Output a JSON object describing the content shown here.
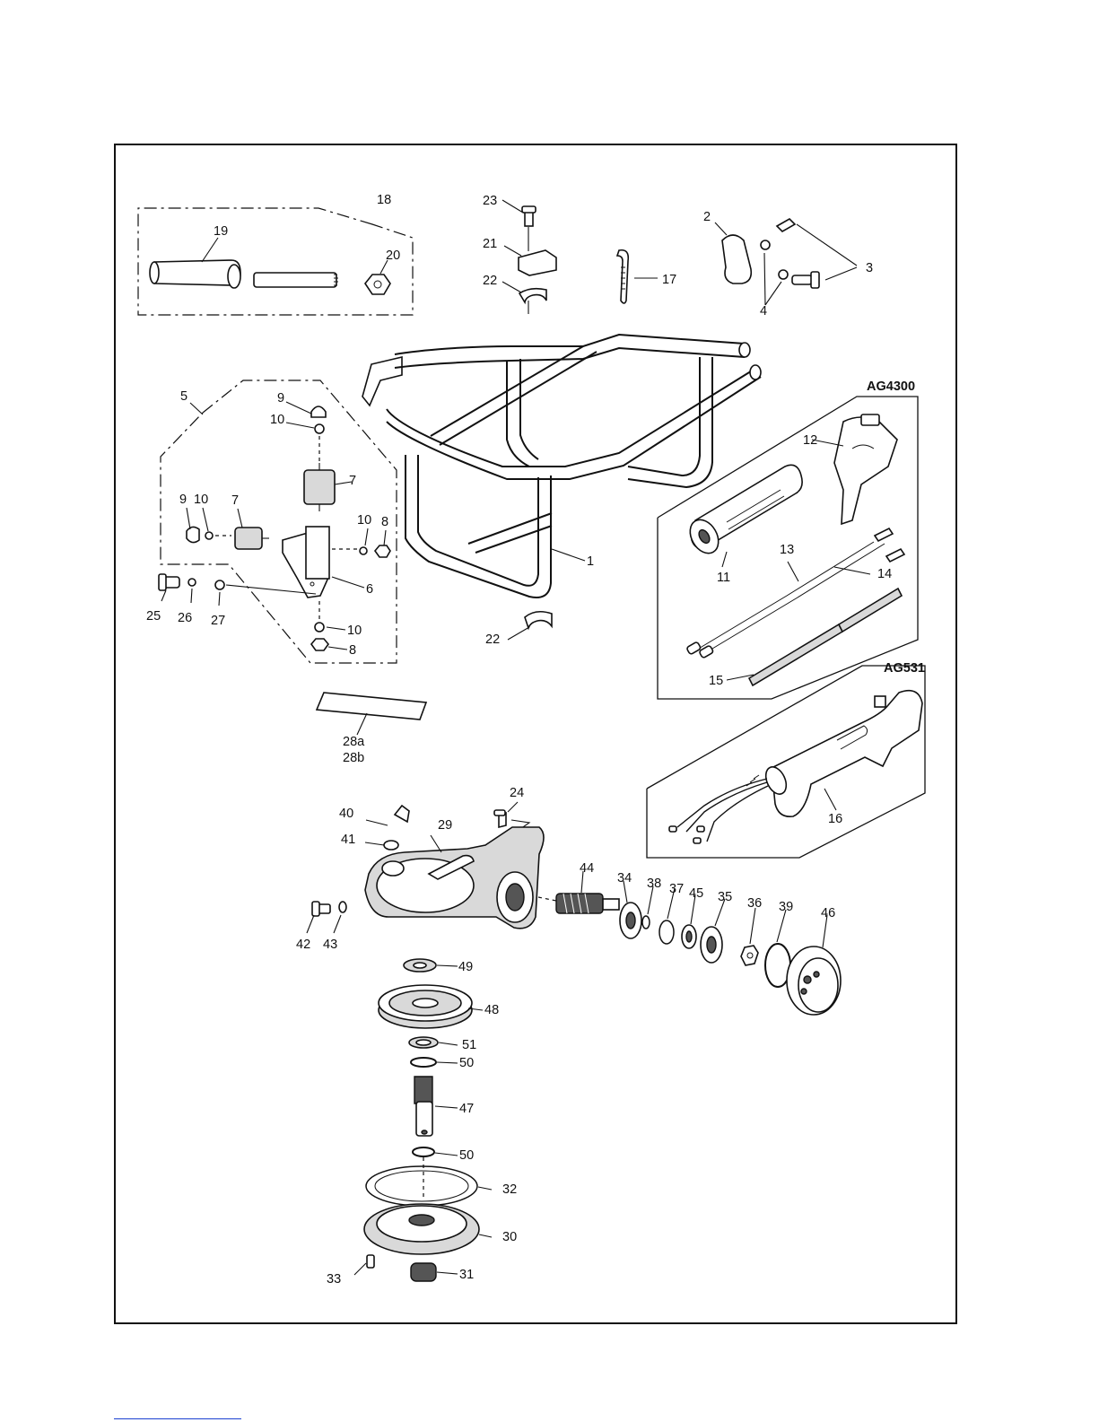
{
  "models": {
    "left": "AG4300",
    "right": "AG531"
  },
  "callouts": {
    "c1": "1",
    "c2": "2",
    "c3": "3",
    "c4": "4",
    "c5": "5",
    "c6": "6",
    "c7a": "7",
    "c7b": "7",
    "c8a": "8",
    "c8b": "8",
    "c9a": "9",
    "c9b": "9",
    "c10a": "10",
    "c10b": "10",
    "c10c": "10",
    "c10d": "10",
    "c11": "11",
    "c12": "12",
    "c13": "13",
    "c14": "14",
    "c15": "15",
    "c16": "16",
    "c17": "17",
    "c18": "18",
    "c19": "19",
    "c20": "20",
    "c21": "21",
    "c22a": "22",
    "c22b": "22",
    "c23": "23",
    "c24": "24",
    "c25": "25",
    "c26": "26",
    "c27": "27",
    "c28a": "28a",
    "c28b": "28b",
    "c29": "29",
    "c30": "30",
    "c31": "31",
    "c32": "32",
    "c33": "33",
    "c34": "34",
    "c35": "35",
    "c36": "36",
    "c37": "37",
    "c38": "38",
    "c39": "39",
    "c40": "40",
    "c41": "41",
    "c42": "42",
    "c43": "43",
    "c44": "44",
    "c45": "45",
    "c46": "46",
    "c47": "47",
    "c48": "48",
    "c49": "49",
    "c50a": "50",
    "c50b": "50",
    "c51": "51"
  }
}
